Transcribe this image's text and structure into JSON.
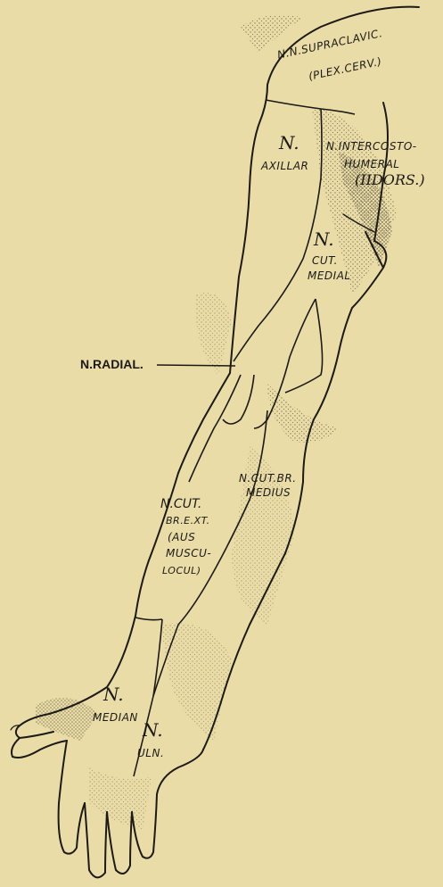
{
  "labels": {
    "supraclav_1": "N.N.SUPRACLAVIC.",
    "supraclav_2": "(PLEX.CERV.)",
    "axillar_n": "N.",
    "axillar": "AXILLAR",
    "intercosto_1": "N.INTERCOSTO-",
    "intercosto_2": "HUMERAL",
    "intercosto_3": "(IIDORS.)",
    "cut_medial_n": "N.",
    "cut_medial_1": "CUT.",
    "cut_medial_2": "MEDIAL",
    "radial": "N.RADIAL.",
    "cut_br_medius_1": "N.CUT.BR.",
    "cut_br_medius_2": "MEDIUS",
    "cut_br_ext_1": "N.CUT.",
    "cut_br_ext_2": "BR.E.XT.",
    "cut_br_ext_3": "(AUS",
    "cut_br_ext_4": "MUSCU-",
    "cut_br_ext_5": "LOCUL)",
    "median_n": "N.",
    "median": "MEDIAN",
    "uln_n": "N.",
    "uln": "ULN."
  },
  "colors": {
    "paper": "#e9dca6",
    "ink": "#1c1a16",
    "shade": "#7d7355"
  }
}
